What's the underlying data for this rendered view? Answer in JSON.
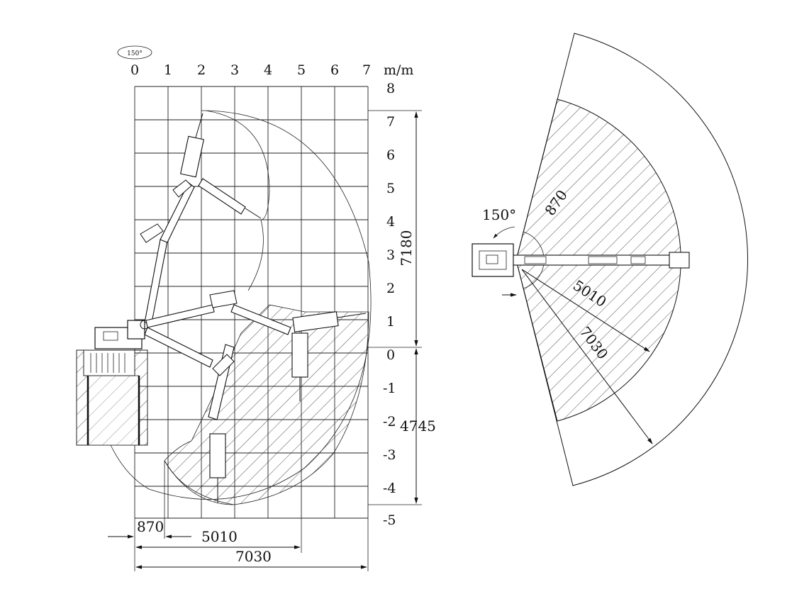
{
  "unit_label": "m/m",
  "top_badge": "150°",
  "x_ticks": [
    "0",
    "1",
    "2",
    "3",
    "4",
    "5",
    "6",
    "7"
  ],
  "y_ticks": [
    "8",
    "7",
    "6",
    "5",
    "4",
    "3",
    "2",
    "1",
    "0",
    "-1",
    "-2",
    "-3",
    "-4",
    "-5"
  ],
  "side_view": {
    "height_above": "7180",
    "depth_below": "4745",
    "reach_min": "870",
    "reach_mid": "5010",
    "reach_max": "7030"
  },
  "top_view": {
    "slew_angle": "150°",
    "radius_min": "870",
    "radius_mid": "5010",
    "radius_max": "7030"
  }
}
